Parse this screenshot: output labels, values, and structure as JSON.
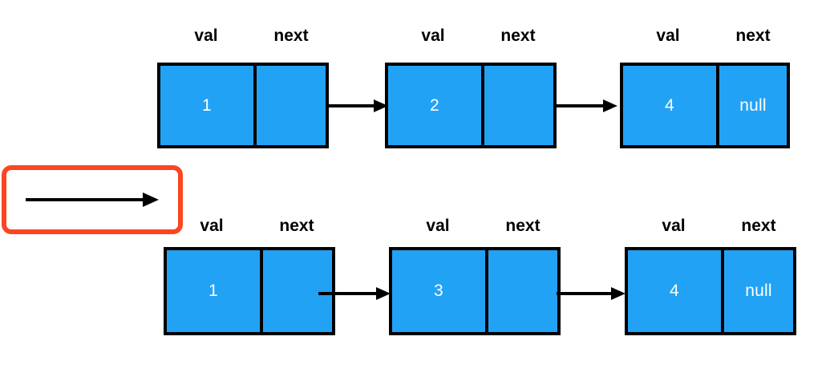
{
  "diagram": {
    "title": "linked-list-node-replacement",
    "colors": {
      "node_fill": "#22a2f5",
      "node_border": "#000000",
      "node_text": "#ffffff",
      "label_text": "#000000",
      "highlight_border": "#fa4621",
      "arrow": "#000000",
      "background": "#ffffff"
    },
    "labels": {
      "val": "val",
      "next": "next"
    },
    "rows": [
      {
        "id": "row-before",
        "nodes": [
          {
            "val": "1",
            "next": ""
          },
          {
            "val": "2",
            "next": ""
          },
          {
            "val": "4",
            "next": "null"
          }
        ]
      },
      {
        "id": "row-after",
        "nodes": [
          {
            "val": "1",
            "next": ""
          },
          {
            "val": "3",
            "next": ""
          },
          {
            "val": "4",
            "next": "null"
          }
        ]
      }
    ],
    "callout": {
      "icon": "right-arrow-icon",
      "label": ""
    }
  }
}
